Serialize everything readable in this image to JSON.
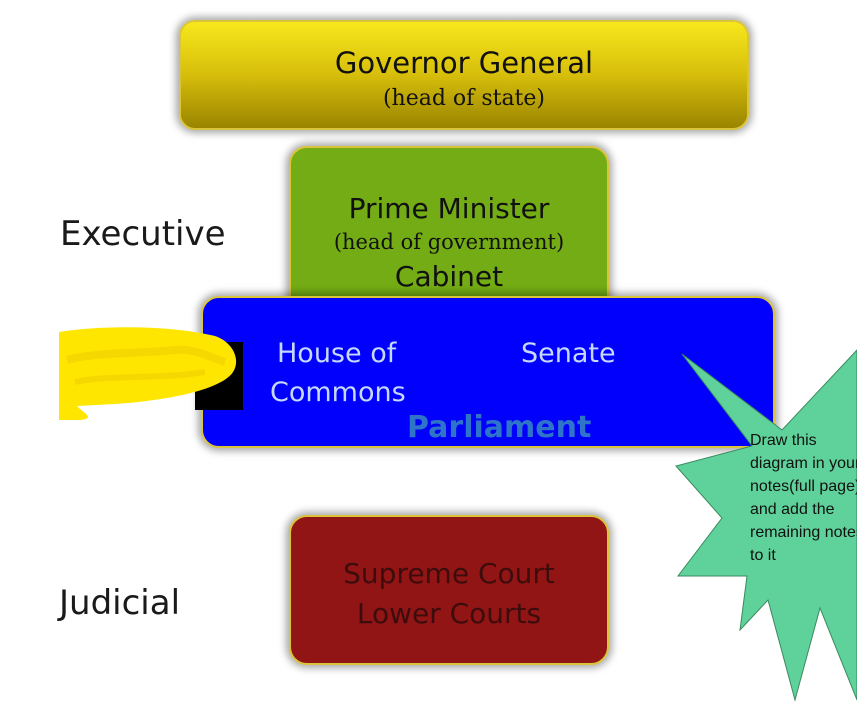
{
  "labels": {
    "executive": "Executive",
    "judicial": "Judicial"
  },
  "governor_general": {
    "title": "Governor General",
    "subtitle": "(head of state)"
  },
  "prime_minister": {
    "title": "Prime Minister",
    "subtitle": "(head of government)",
    "cabinet": "Cabinet"
  },
  "parliament": {
    "house_line1": "House of",
    "house_line2": "Commons",
    "senate": "Senate",
    "name": "Parliament"
  },
  "courts": {
    "supreme": "Supreme Court",
    "lower": "Lower Courts"
  },
  "note": {
    "lines": [
      "Draw this",
      "diagram in your",
      "notes(full page)",
      "and add the",
      "remaining notes",
      "to it"
    ]
  },
  "colors": {
    "parliament_blue": "#0000fc",
    "pm_green": "#73ac14",
    "court_red": "#921515",
    "gg_gold": "#d7be0b",
    "burst_green": "#5ed29a",
    "redaction_yellow": "#ffe600"
  }
}
